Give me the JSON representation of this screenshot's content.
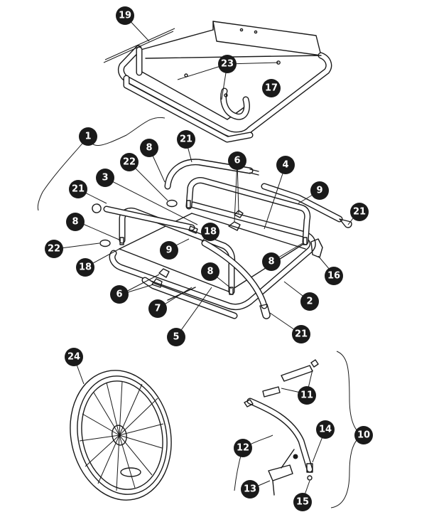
{
  "callouts": [
    {
      "id": "c19a",
      "label": "19"
    },
    {
      "id": "c23",
      "label": "23"
    },
    {
      "id": "c17",
      "label": "17"
    },
    {
      "id": "c1",
      "label": "1"
    },
    {
      "id": "c21a",
      "label": "21"
    },
    {
      "id": "c8a",
      "label": "8"
    },
    {
      "id": "c22a",
      "label": "22"
    },
    {
      "id": "c6a",
      "label": "6"
    },
    {
      "id": "c4",
      "label": "4"
    },
    {
      "id": "c3",
      "label": "3"
    },
    {
      "id": "c21b",
      "label": "21"
    },
    {
      "id": "c9a",
      "label": "9"
    },
    {
      "id": "c21c",
      "label": "21"
    },
    {
      "id": "c8b",
      "label": "8"
    },
    {
      "id": "c18a",
      "label": "18"
    },
    {
      "id": "c22b",
      "label": "22"
    },
    {
      "id": "c9b",
      "label": "9"
    },
    {
      "id": "c8c",
      "label": "8"
    },
    {
      "id": "c18b",
      "label": "18"
    },
    {
      "id": "c16",
      "label": "16"
    },
    {
      "id": "c8d",
      "label": "8"
    },
    {
      "id": "c6b",
      "label": "6"
    },
    {
      "id": "c2",
      "label": "2"
    },
    {
      "id": "c7",
      "label": "7"
    },
    {
      "id": "c5",
      "label": "5"
    },
    {
      "id": "c21d",
      "label": "21"
    },
    {
      "id": "c24",
      "label": "24"
    },
    {
      "id": "c11",
      "label": "11"
    },
    {
      "id": "c10",
      "label": "10"
    },
    {
      "id": "c14",
      "label": "14"
    },
    {
      "id": "c12",
      "label": "12"
    },
    {
      "id": "c13",
      "label": "13"
    },
    {
      "id": "c15",
      "label": "15"
    }
  ]
}
